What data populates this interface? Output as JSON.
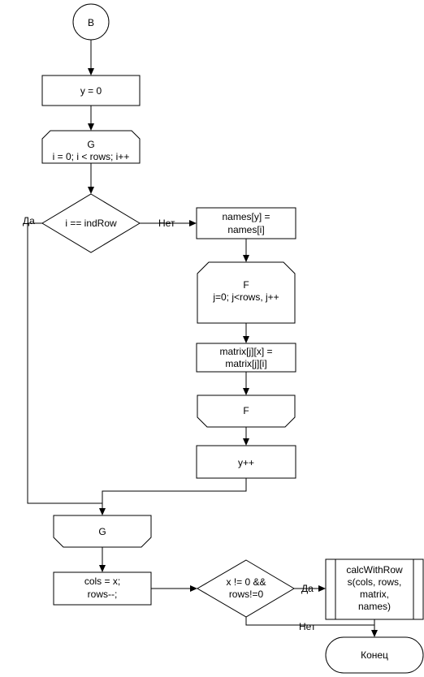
{
  "flowchart": {
    "start": {
      "label": "B"
    },
    "init_y": {
      "label": "y = 0"
    },
    "loop_g_start": {
      "line1": "G",
      "line2": "i = 0; i < rows; i++"
    },
    "cond_row": {
      "label": "i == indRow"
    },
    "branch_yes_1": {
      "label": "Да"
    },
    "branch_no_1": {
      "label": "Нет"
    },
    "assign_names": {
      "line1": "names[y] =",
      "line2": "names[i]"
    },
    "loop_f_start": {
      "line1": "F",
      "line2": "j=0; j<rows, j++"
    },
    "assign_matrix": {
      "line1": "matrix[j][x] =",
      "line2": "matrix[j][i]"
    },
    "loop_f_end": {
      "label": "F"
    },
    "incr_y": {
      "label": "y++"
    },
    "loop_g_end": {
      "label": "G"
    },
    "assign_cols": {
      "line1": "cols = x;",
      "line2": "rows--;"
    },
    "cond_nonzero": {
      "line1": "x != 0 &&",
      "line2": "rows!=0"
    },
    "branch_yes_2": {
      "label": "Да"
    },
    "branch_no_2": {
      "label": "Нет"
    },
    "call_calc": {
      "line1": "calcWithRow",
      "line2": "s(cols, rows,",
      "line3": "matrix,",
      "line4": "names)"
    },
    "end": {
      "label": "Конец"
    }
  },
  "colors": {
    "stroke": "#000000",
    "fill": "#ffffff",
    "text": "#000000"
  }
}
